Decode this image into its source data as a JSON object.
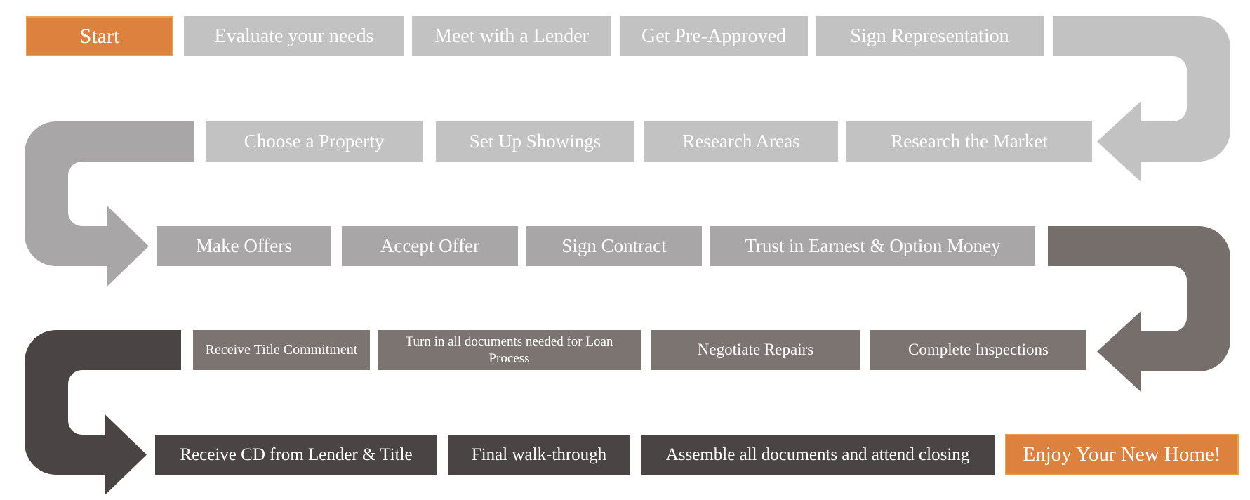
{
  "palette": {
    "accent_orange": "#DD813F",
    "accent_border": "#EAA24E",
    "light_gray": "#C3C2C2",
    "medium_gray": "#A8A6A6",
    "taupe_gray": "#7B7470",
    "taupe_arrow": "#756E6A",
    "dark_gray": "#4A4544",
    "text_white": "#FFFFFF",
    "background": "#FFFFFF"
  },
  "flowchart": {
    "rows": [
      {
        "direction": "left-to-right",
        "steps": [
          {
            "label": "Start",
            "style": "accent"
          },
          {
            "label": "Evaluate your needs",
            "style": "light"
          },
          {
            "label": "Meet with a Lender",
            "style": "light"
          },
          {
            "label": "Get Pre-Approved",
            "style": "light"
          },
          {
            "label": "Sign Representation",
            "style": "light"
          }
        ]
      },
      {
        "direction": "right-to-left",
        "steps": [
          {
            "label": "Research the Market",
            "style": "light"
          },
          {
            "label": "Research Areas",
            "style": "light"
          },
          {
            "label": "Set Up Showings",
            "style": "light"
          },
          {
            "label": "Choose a Property",
            "style": "light"
          }
        ]
      },
      {
        "direction": "left-to-right",
        "steps": [
          {
            "label": "Make Offers",
            "style": "medium"
          },
          {
            "label": "Accept Offer",
            "style": "medium"
          },
          {
            "label": "Sign Contract",
            "style": "medium"
          },
          {
            "label": "Trust in Earnest & Option Money",
            "style": "medium"
          }
        ]
      },
      {
        "direction": "right-to-left",
        "steps": [
          {
            "label": "Complete Inspections",
            "style": "taupe"
          },
          {
            "label": "Negotiate Repairs",
            "style": "taupe"
          },
          {
            "label": "Turn in all documents needed for Loan Process",
            "style": "taupe"
          },
          {
            "label": "Receive Title Commitment",
            "style": "taupe"
          }
        ]
      },
      {
        "direction": "left-to-right",
        "steps": [
          {
            "label": "Receive CD from Lender & Title",
            "style": "dark"
          },
          {
            "label": "Final walk-through",
            "style": "dark"
          },
          {
            "label": "Assemble all documents and attend closing",
            "style": "dark"
          },
          {
            "label": "Enjoy Your New Home!",
            "style": "accent"
          }
        ]
      }
    ]
  }
}
